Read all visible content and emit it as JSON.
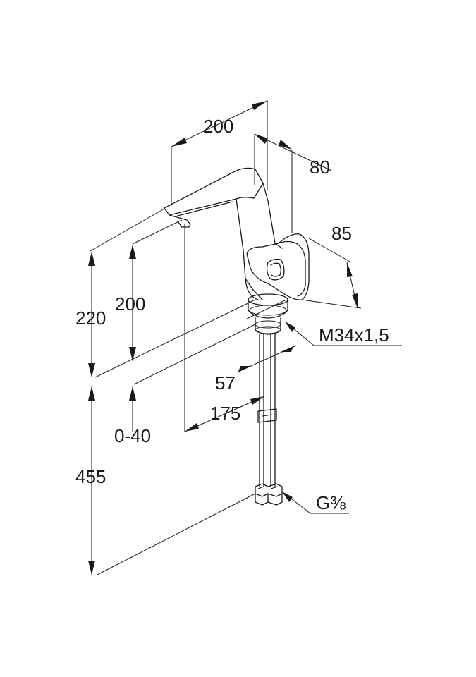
{
  "dimensions": {
    "spout_reach": "200",
    "lever_depth": "80",
    "lever_height": "85",
    "thread": "M34x1,5",
    "spout_height_220": "220",
    "spout_height_200": "200",
    "hole_offset": "57",
    "body_reach": "175",
    "deck_thickness": "0-40",
    "hose_length": "455",
    "connection": "G⅜"
  }
}
